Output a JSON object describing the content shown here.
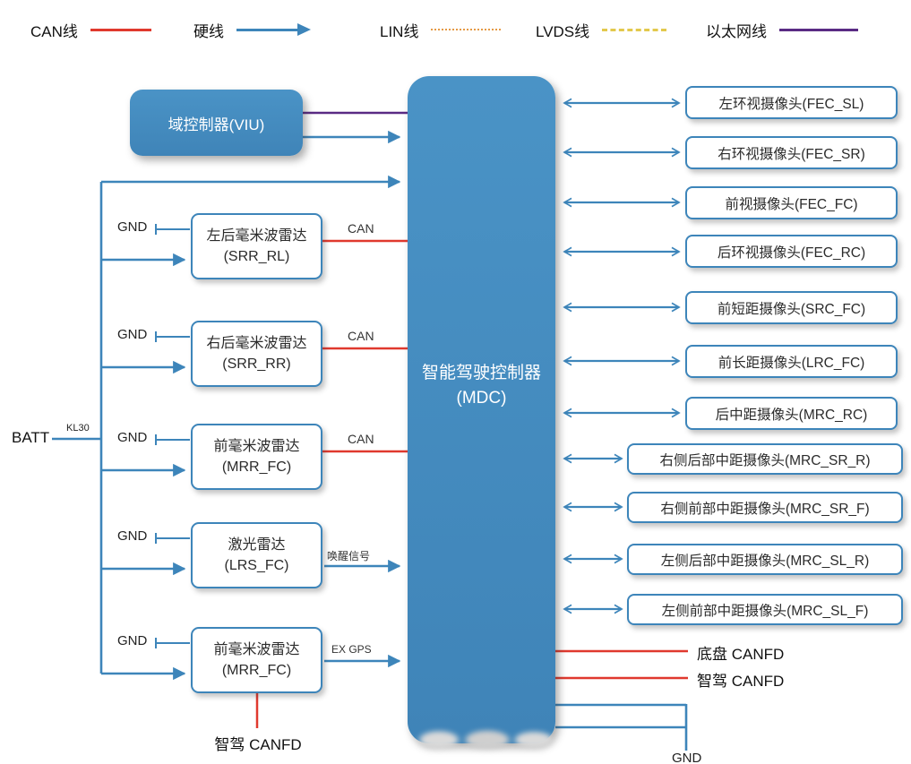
{
  "legend": {
    "items": [
      {
        "label": "CAN线",
        "type": "can",
        "color": "#e0392e"
      },
      {
        "label": "硬线",
        "type": "hardwire",
        "color": "#3d85ba"
      },
      {
        "label": "LIN线",
        "type": "lin",
        "color": "#e59a45"
      },
      {
        "label": "LVDS线",
        "type": "lvds",
        "color": "#e3c94d"
      },
      {
        "label": "以太网线",
        "type": "ethernet",
        "color": "#5a2b84"
      }
    ]
  },
  "controller": {
    "label": "智能驾驶控制器(MDC)"
  },
  "viu": {
    "label": "域控制器(VIU)"
  },
  "power": {
    "batt": "BATT",
    "kl30": "KL30"
  },
  "labels": {
    "gnd": "GND"
  },
  "left_devices": [
    {
      "label": "左后毫米波雷达(SRR_RL)",
      "bus_label": "CAN"
    },
    {
      "label": "右后毫米波雷达(SRR_RR)",
      "bus_label": "CAN"
    },
    {
      "label": "前毫米波雷达(MRR_FC)",
      "bus_label": "CAN"
    },
    {
      "label": "激光雷达 (LRS_FC)",
      "bus_label": "唤醒信号"
    },
    {
      "label": "前毫米波雷达(MRR_FC)",
      "bus_label": "EX GPS"
    }
  ],
  "right_devices": [
    {
      "label": "左环视摄像头(FEC_SL)"
    },
    {
      "label": "右环视摄像头(FEC_SR)"
    },
    {
      "label": "前视摄像头(FEC_FC)"
    },
    {
      "label": "后环视摄像头(FEC_RC)"
    },
    {
      "label": "前短距摄像头(SRC_FC)"
    },
    {
      "label": "前长距摄像头(LRC_FC)"
    },
    {
      "label": "后中距摄像头(MRC_RC)"
    },
    {
      "label": "右侧后部中距摄像头(MRC_SR_R)"
    },
    {
      "label": "右侧前部中距摄像头(MRC_SR_F)"
    },
    {
      "label": "左侧后部中距摄像头(MRC_SL_R)"
    },
    {
      "label": "左侧前部中距摄像头(MRC_SL_F)"
    }
  ],
  "bottom": {
    "chassis_canfd": "底盘 CANFD",
    "ad_canfd": "智驾 CANFD",
    "ad_canfd_radar": "智驾 CANFD",
    "gnd": "GND"
  }
}
